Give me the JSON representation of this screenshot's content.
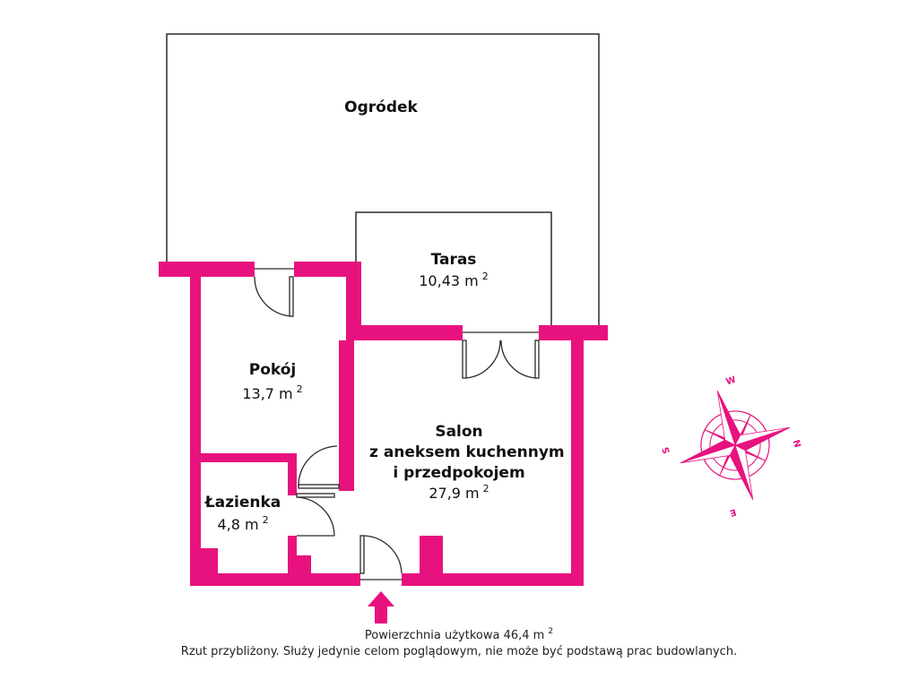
{
  "colors": {
    "wall": "#e8127f",
    "line": "#2a2a2a"
  },
  "rooms": {
    "garden": {
      "name": "Ogródek"
    },
    "terrace": {
      "name": "Taras",
      "area": "10,43 m",
      "unit_exp": "2"
    },
    "room": {
      "name": "Pokój",
      "area": "13,7 m",
      "unit_exp": "2"
    },
    "bathroom": {
      "name": "Łazienka",
      "area": "4,8 m",
      "unit_exp": "2"
    },
    "living": {
      "name_line1": "Salon",
      "name_line2": "z aneksem kuchennym",
      "name_line3": "i przedpokojem",
      "area": "27,9 m",
      "unit_exp": "2"
    }
  },
  "compass": {
    "north": "N",
    "south": "S",
    "east": "E",
    "west": "W"
  },
  "entrance": {
    "icon": "entrance-arrow-icon"
  },
  "footer": {
    "usable_area": "Powierzchnia użytkowa 46,4 m",
    "usable_area_exp": "2",
    "disclaimer": "Rzut przybliżony. Służy jedynie celom poglądowym, nie może być podstawą prac budowlanych."
  }
}
